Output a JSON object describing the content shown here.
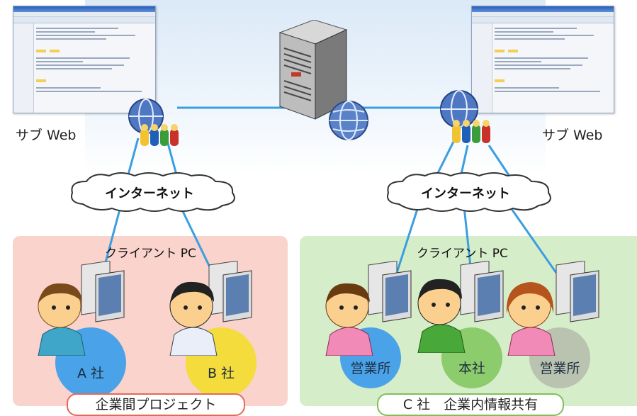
{
  "labels": {
    "sub_web_left": "サブ Web",
    "sub_web_right": "サブ Web",
    "internet_left": "インターネット",
    "internet_right": "インターネット",
    "client_pc_left": "クライアント PC",
    "client_pc_right": "クライアント PC",
    "company_a": "A 社",
    "company_b": "B 社",
    "branch_1": "営業所",
    "head_office": "本社",
    "branch_2": "営業所",
    "banner_left": "企業間プロジェクト",
    "banner_right": "C 社　企業内情報共有"
  },
  "colors": {
    "connection_line": "#3a9ee0",
    "left_panel": "#f9d3cc",
    "right_panel": "#d6edc9",
    "banner_border_left": "#e26a5a",
    "banner_border_right": "#7fbf5a",
    "circle_blue": "#4aa3e8",
    "circle_yellow": "#f4dc3c",
    "circle_green": "#8ccc6c",
    "circle_grey": "#b9c3b0"
  },
  "icons": {
    "server": "server-icon",
    "globe": "globe-icon",
    "cloud": "cloud-icon",
    "users": "user-group-icon",
    "person": "person-icon",
    "computer": "computer-icon",
    "screenshot": "web-screenshot-thumbnail"
  }
}
